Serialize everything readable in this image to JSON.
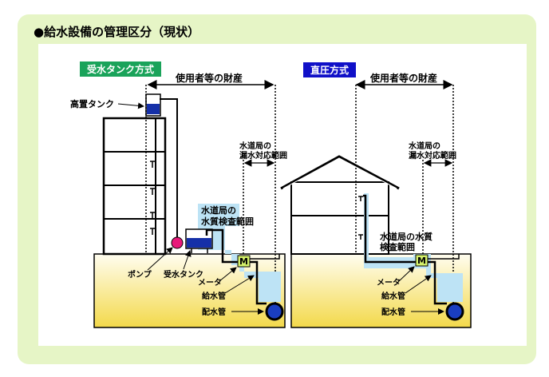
{
  "title": "●給水設備の管理区分（現状）",
  "left_panel": {
    "method_label": "受水タンク方式",
    "method_color": "#1aa35a",
    "property_label": "使用者等の財産",
    "elevated_tank_label": "高置タンク",
    "leak_range_line1": "水道局の",
    "leak_range_line2": "漏水対応範囲",
    "quality_range_line1": "水道局の",
    "quality_range_line2": "水質検査範囲",
    "pump_label": "ポンプ",
    "receiving_tank_label": "受水タンク",
    "meter_label": "メータ",
    "service_pipe_label": "給水管",
    "main_pipe_label": "配水管",
    "meter_symbol": "M"
  },
  "right_panel": {
    "method_label": "直圧方式",
    "method_color": "#1010c8",
    "property_label": "使用者等の財産",
    "leak_range_line1": "水道局の",
    "leak_range_line2": "漏水対応範囲",
    "quality_range_line1": "水道局の水質",
    "quality_range_line2": "検査範囲",
    "meter_label": "メータ",
    "service_pipe_label": "給水管",
    "main_pipe_label": "配水管",
    "meter_symbol": "M"
  }
}
